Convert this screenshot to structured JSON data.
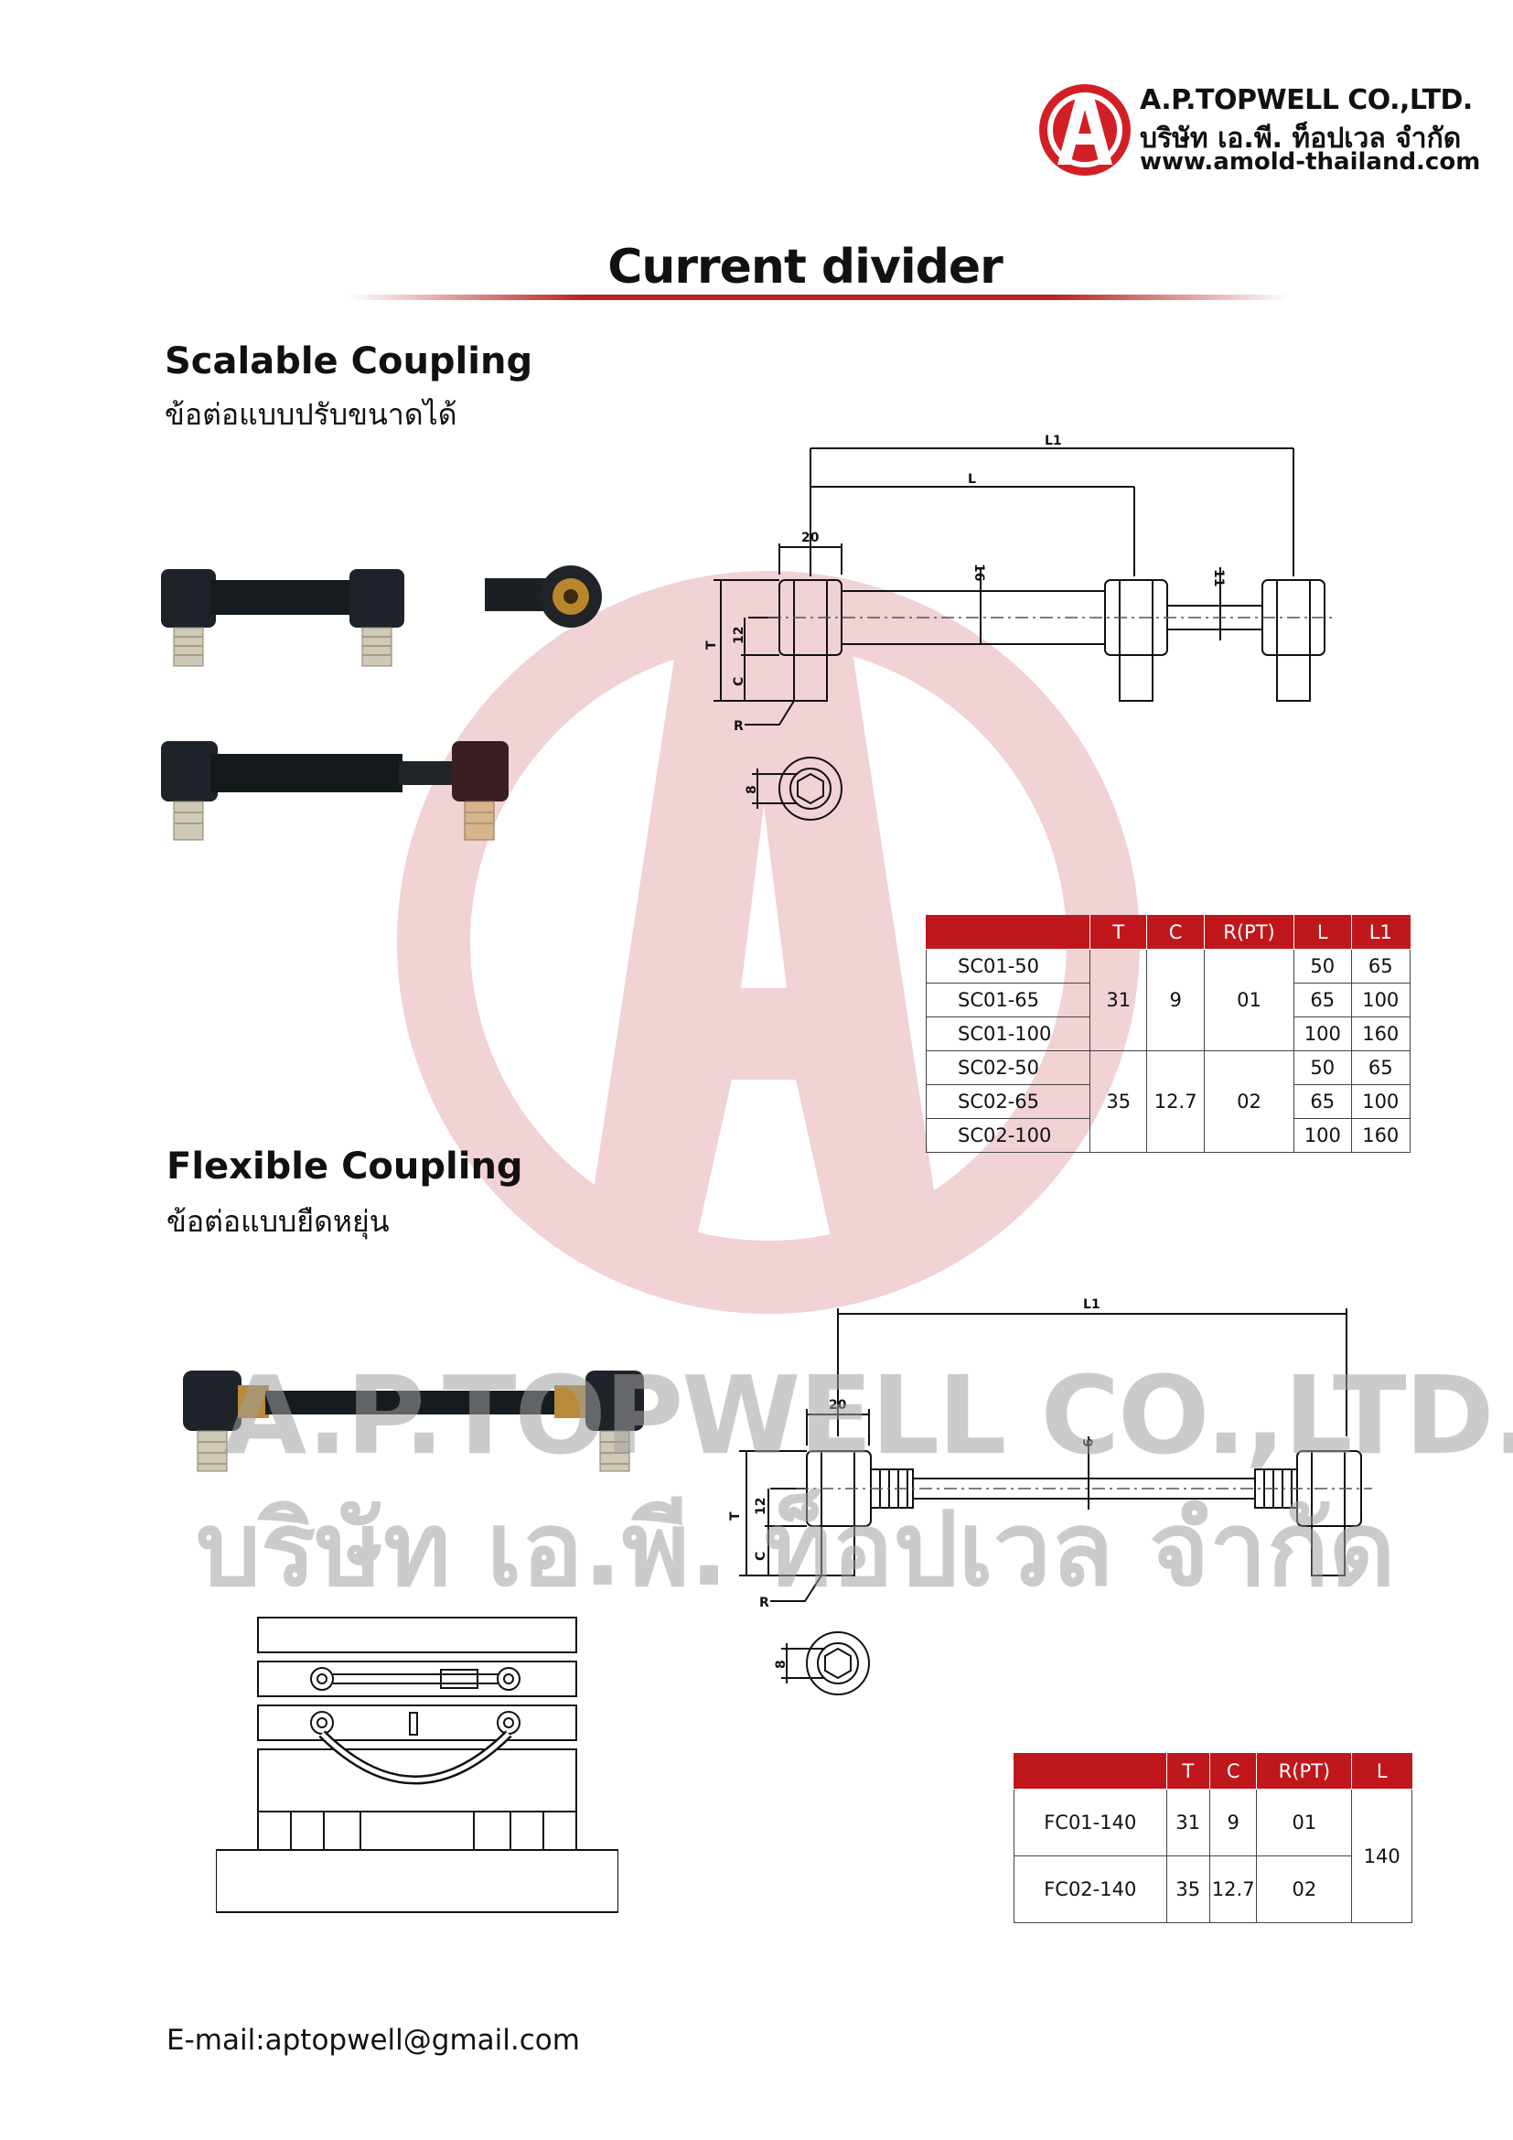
{
  "header": {
    "company_en": "A.P.TOPWELL CO.,LTD.",
    "company_th": "บริษัท เอ.พี. ท็อปเวล จำกัด",
    "website": "www.amold-thailand.com",
    "logo_letter": "A"
  },
  "page_title": "Current divider",
  "scalable": {
    "title": "Scalable Coupling",
    "subtitle": "ข้อต่อแบบปรับขนาดได้",
    "drawing": {
      "L1": "L1",
      "L": "L",
      "d20": "20",
      "d16": "16",
      "d11": "11",
      "T": "T",
      "d12": "12",
      "C": "C",
      "R": "R",
      "d8": "8"
    },
    "table": {
      "headers": [
        "",
        "T",
        "C",
        "R(PT)",
        "L",
        "L1"
      ],
      "groups": [
        {
          "T": "31",
          "C": "9",
          "R": "01",
          "rows": [
            {
              "model": "SC01-50",
              "L": "50",
              "L1": "65"
            },
            {
              "model": "SC01-65",
              "L": "65",
              "L1": "100"
            },
            {
              "model": "SC01-100",
              "L": "100",
              "L1": "160"
            }
          ]
        },
        {
          "T": "35",
          "C": "12.7",
          "R": "02",
          "rows": [
            {
              "model": "SC02-50",
              "L": "50",
              "L1": "65"
            },
            {
              "model": "SC02-65",
              "L": "65",
              "L1": "100"
            },
            {
              "model": "SC02-100",
              "L": "100",
              "L1": "160"
            }
          ]
        }
      ]
    }
  },
  "flexible": {
    "title": "Flexible Coupling",
    "subtitle": "ข้อต่อแบบยืดหยุ่น",
    "drawing": {
      "L1": "L1",
      "d20": "20",
      "d9": "9",
      "T": "T",
      "d12": "12",
      "C": "C",
      "R": "R",
      "d8": "8"
    },
    "table": {
      "headers": [
        "",
        "T",
        "C",
        "R(PT)",
        "L"
      ],
      "rows": [
        {
          "model": "FC01-140",
          "T": "31",
          "C": "9",
          "R": "01"
        },
        {
          "model": "FC02-140",
          "T": "35",
          "C": "12.7",
          "R": "02"
        }
      ],
      "L_shared": "140"
    }
  },
  "watermark": {
    "line1": "A.P.TOPWELL CO.,LTD.",
    "line2": "บริษัท เอ.พี. ท็อปเวล จำกัด"
  },
  "footer": {
    "email": "E-mail:aptopwell@gmail.com"
  },
  "colors": {
    "brand_red": "#c0171c",
    "watermark_pink": "#f3d3d6",
    "watermark_grey": "#c8c8c8"
  }
}
